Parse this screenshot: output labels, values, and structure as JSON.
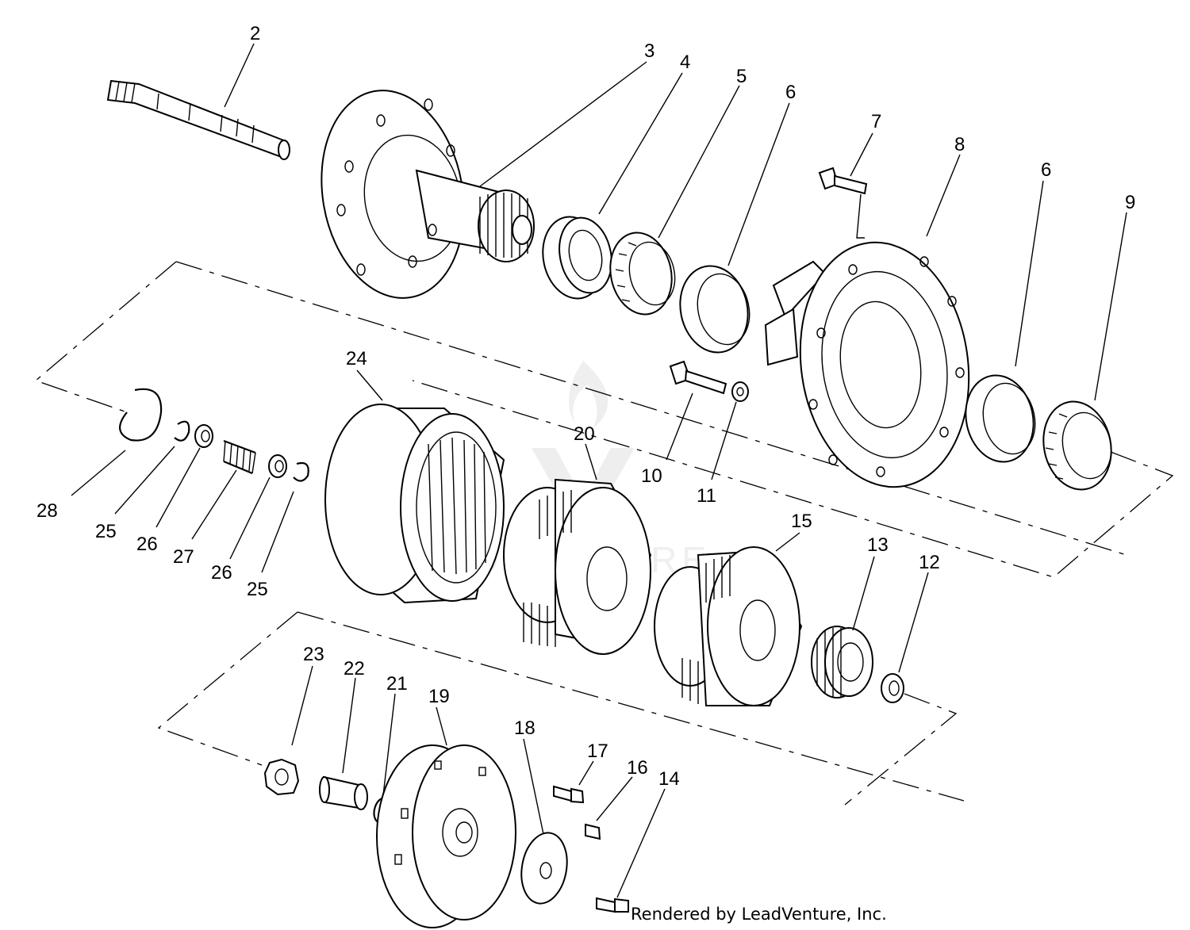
{
  "callouts": {
    "c2": "2",
    "c3": "3",
    "c4": "4",
    "c5": "5",
    "c6a": "6",
    "c7": "7",
    "c8": "8",
    "c6b": "6",
    "c9": "9",
    "c10": "10",
    "c11": "11",
    "c12": "12",
    "c13": "13",
    "c14": "14",
    "c15": "15",
    "c16": "16",
    "c17": "17",
    "c18": "18",
    "c19": "19",
    "c20": "20",
    "c21": "21",
    "c22": "22",
    "c23": "23",
    "c24": "24",
    "c25a": "25",
    "c25b": "25",
    "c26a": "26",
    "c26b": "26",
    "c27": "27",
    "c28": "28"
  },
  "watermark": "LEADVENTURE",
  "footer": "Rendered by LeadVenture, Inc."
}
